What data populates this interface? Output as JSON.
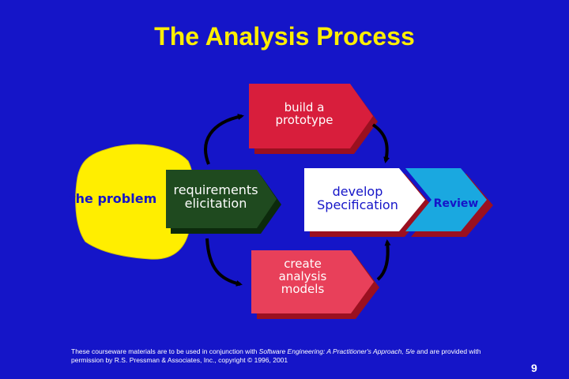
{
  "slide": {
    "title": "The Analysis Process",
    "page_number": "9"
  },
  "diagram": {
    "problem_label": "the problem",
    "elicitation_label": "requirements\nelicitation",
    "prototype_label": "build a\nprototype",
    "specification_label": "develop\nSpecification",
    "review_label": "Review",
    "models_label": "create\nanalysis\nmodels"
  },
  "footer": {
    "part1": "These courseware materials are to be used in conjunction with ",
    "book": "Software Engineering: A Practitioner's Approach, 5/e",
    "part2": " and are provided with permission by R.S. Pressman & Associates, Inc., copyright © 1996, 2001"
  },
  "colors": {
    "background": "#1515c8",
    "title": "#ffee00",
    "problem_blob": "#ffee00",
    "elicitation": "#1f4a1f",
    "prototype": "#d81e3c",
    "specification": "#ffffff",
    "review": "#1aa8e0",
    "models": "#e8405a",
    "shadow": "#9a1020"
  }
}
